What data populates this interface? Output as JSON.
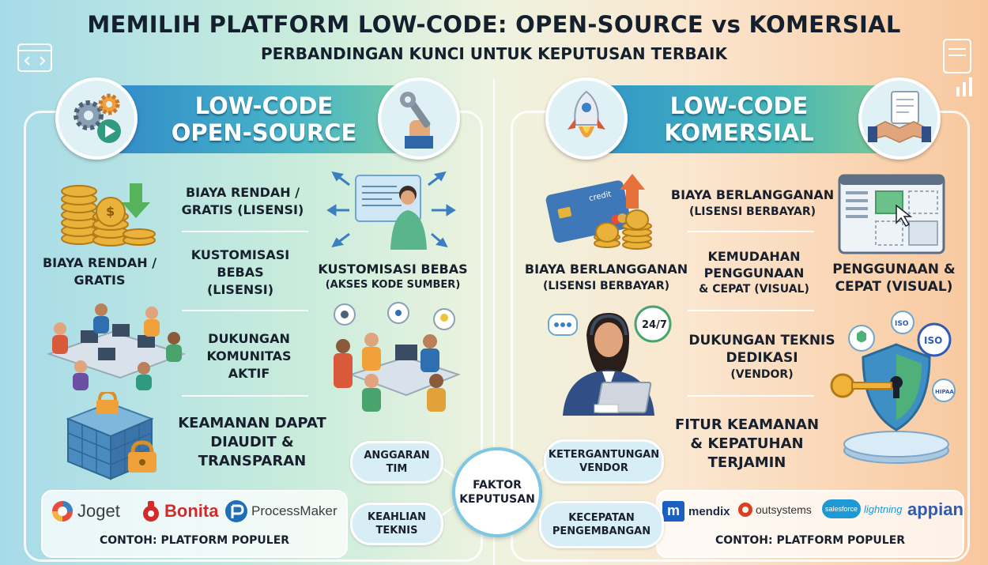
{
  "header": {
    "title": "MEMILIH PLATFORM LOW-CODE: OPEN-SOURCE vs KOMERSIAL",
    "subtitle": "PERBANDINGAN KUNCI UNTUK KEPUTUSAN TERBAIK"
  },
  "open_source": {
    "title_line1": "LOW-CODE",
    "title_line2": "OPEN-SOURCE",
    "features": {
      "cost_label_a": "BIAYA RENDAH /",
      "cost_label_b": "GRATIS",
      "cost_right_a": "BIAYA RENDAH /",
      "cost_right_b": "GRATIS (LISENSI)",
      "custom_a": "KUSTOMISASI",
      "custom_b": "BEBAS",
      "custom_c": "(LISENSI)",
      "custom_right_a": "KUSTOMISASI BEBAS",
      "custom_right_b": "(AKSES KODE SUMBER)",
      "support_a": "DUKUNGAN",
      "support_b": "KOMUNITAS",
      "support_c": "AKTIF",
      "security_a": "KEAMANAN DAPAT",
      "security_b": "DIAUDIT &",
      "security_c": "TRANSPARAN"
    },
    "logos": {
      "joget": "Joget",
      "bonita": "Bonita",
      "processmaker": "ProcessMaker"
    },
    "caption": "CONTOH: PLATFORM POPULER"
  },
  "commercial": {
    "title_line1": "LOW-CODE",
    "title_line2": "KOMERSIAL",
    "features": {
      "sub_right_a": "BIAYA BERLANGGANAN",
      "sub_right_b": "(LISENSI BERBAYAR)",
      "sub_left_a": "BIAYA BERLANGGANAN",
      "sub_left_b": "(LISENSI BERBAYAR)",
      "ease_a": "KEMUDAHAN",
      "ease_b": "PENGGUNAAN",
      "ease_c": "& CEPAT (VISUAL)",
      "ease_right_a": "PENGGUNAAN &",
      "ease_right_b": "CEPAT (VISUAL)",
      "support_a": "DUKUNGAN TEKNIS",
      "support_b": "DEDIKASI",
      "support_c": "(VENDOR)",
      "security_a": "FITUR KEAMANAN",
      "security_b": "& KEPATUHAN",
      "security_c": "TERJAMIN",
      "card_text": "credit",
      "support_hours": "24/7",
      "iso": "ISO",
      "hipaa": "HIPAA"
    },
    "logos": {
      "mendix_mark": "m",
      "mendix": "mendix",
      "outsystems": "outsystems",
      "salesforce": "salesforce",
      "lightning": "lightning",
      "appian": "appian"
    },
    "caption": "CONTOH: PLATFORM POPULER"
  },
  "decision": {
    "hub_a": "FAKTOR",
    "hub_b": "KEPUTUSAN",
    "budget_a": "ANGGARAN",
    "budget_b": "TIM",
    "skills_a": "KEAHLIAN",
    "skills_b": "TEKNIS",
    "vendor_a": "KETERGANTUNGAN",
    "vendor_b": "VENDOR",
    "speed_a": "KECEPATAN",
    "speed_b": "PENGEMBANGAN"
  },
  "colors": {
    "open_banner": "#2e86c9",
    "commercial_banner": "#2e8fcc",
    "hub_border": "#7ec7e4",
    "bonita": "#d52a2a",
    "processmaker": "#1f6fb7",
    "mendix": "#1b5fc1",
    "appian": "#2f5bb7"
  },
  "icons": [
    "gears-icon",
    "wrench-hand-icon",
    "rocket-icon",
    "handshake-icon",
    "coins-icon",
    "developer-icon",
    "team-icon",
    "puzzle-cube-lock-icon",
    "credit-card-icon",
    "ui-mockup-icon",
    "support-agent-icon",
    "shield-key-icon",
    "code-window-icon",
    "chart-doc-icon"
  ]
}
